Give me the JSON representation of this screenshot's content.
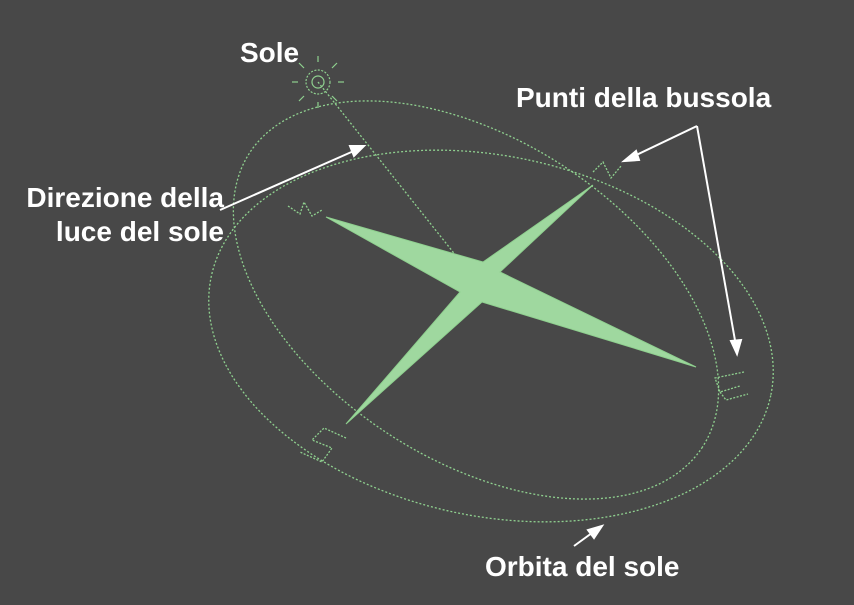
{
  "labels": {
    "sun": "Sole",
    "compass_points": "Punti della bussola",
    "light_direction_line1": "Direzione della",
    "light_direction_line2": "luce del sole",
    "sun_orbit": "Orbita del sole"
  },
  "colors": {
    "background": "#484848",
    "compass_fill": "#9fd89f",
    "orbit_line": "#8fd08f",
    "label_text": "#ffffff",
    "arrow": "#ffffff"
  }
}
